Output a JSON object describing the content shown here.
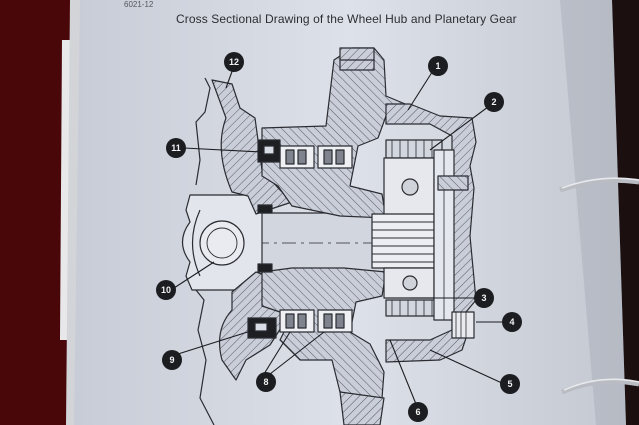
{
  "document": {
    "page_code": "6021-12",
    "title": "Cross Sectional Drawing of the Wheel Hub and Planetary Gear"
  },
  "callouts": {
    "c1": "1",
    "c2": "2",
    "c3": "3",
    "c4": "4",
    "c5": "5",
    "c6": "6",
    "c8": "8",
    "c9": "9",
    "c10": "10",
    "c11": "11",
    "c12": "12"
  },
  "colors": {
    "background": "#5b0a0c",
    "paper": "#d9dde6",
    "ink": "#2c2e33",
    "ring": "#b9bcc2"
  },
  "icons": [
    "binder-ring-icon"
  ]
}
